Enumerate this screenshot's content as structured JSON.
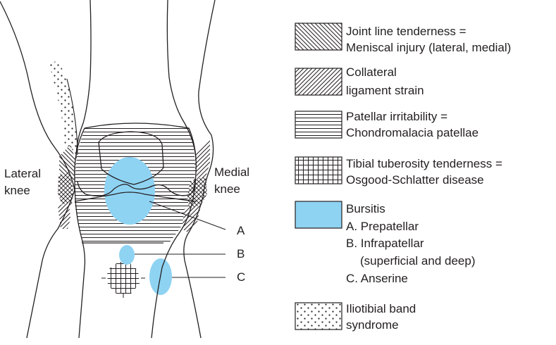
{
  "side_labels": {
    "lateral": [
      "Lateral",
      "knee"
    ],
    "medial": [
      "Medial",
      "knee"
    ]
  },
  "callouts": {
    "a": "A",
    "b": "B",
    "c": "C"
  },
  "legend": {
    "joint_line": [
      "Joint line tenderness =",
      "Meniscal injury (lateral, medial)"
    ],
    "collateral": [
      "Collateral",
      "ligament strain"
    ],
    "patellar": [
      "Patellar irritability =",
      "Chondromalacia patellae"
    ],
    "tibial": [
      "Tibial tuberosity tenderness =",
      "Osgood-Schlatter disease"
    ],
    "bursitis": [
      "Bursitis",
      "A. Prepatellar",
      "B. Infrapatellar",
      "(superficial and deep)",
      "C. Anserine"
    ],
    "iliotibial": [
      "Iliotibial band",
      "syndrome"
    ]
  },
  "colors": {
    "bursa_fill": "#8fd3f3",
    "line": "#231f20",
    "background": "#ffffff"
  }
}
